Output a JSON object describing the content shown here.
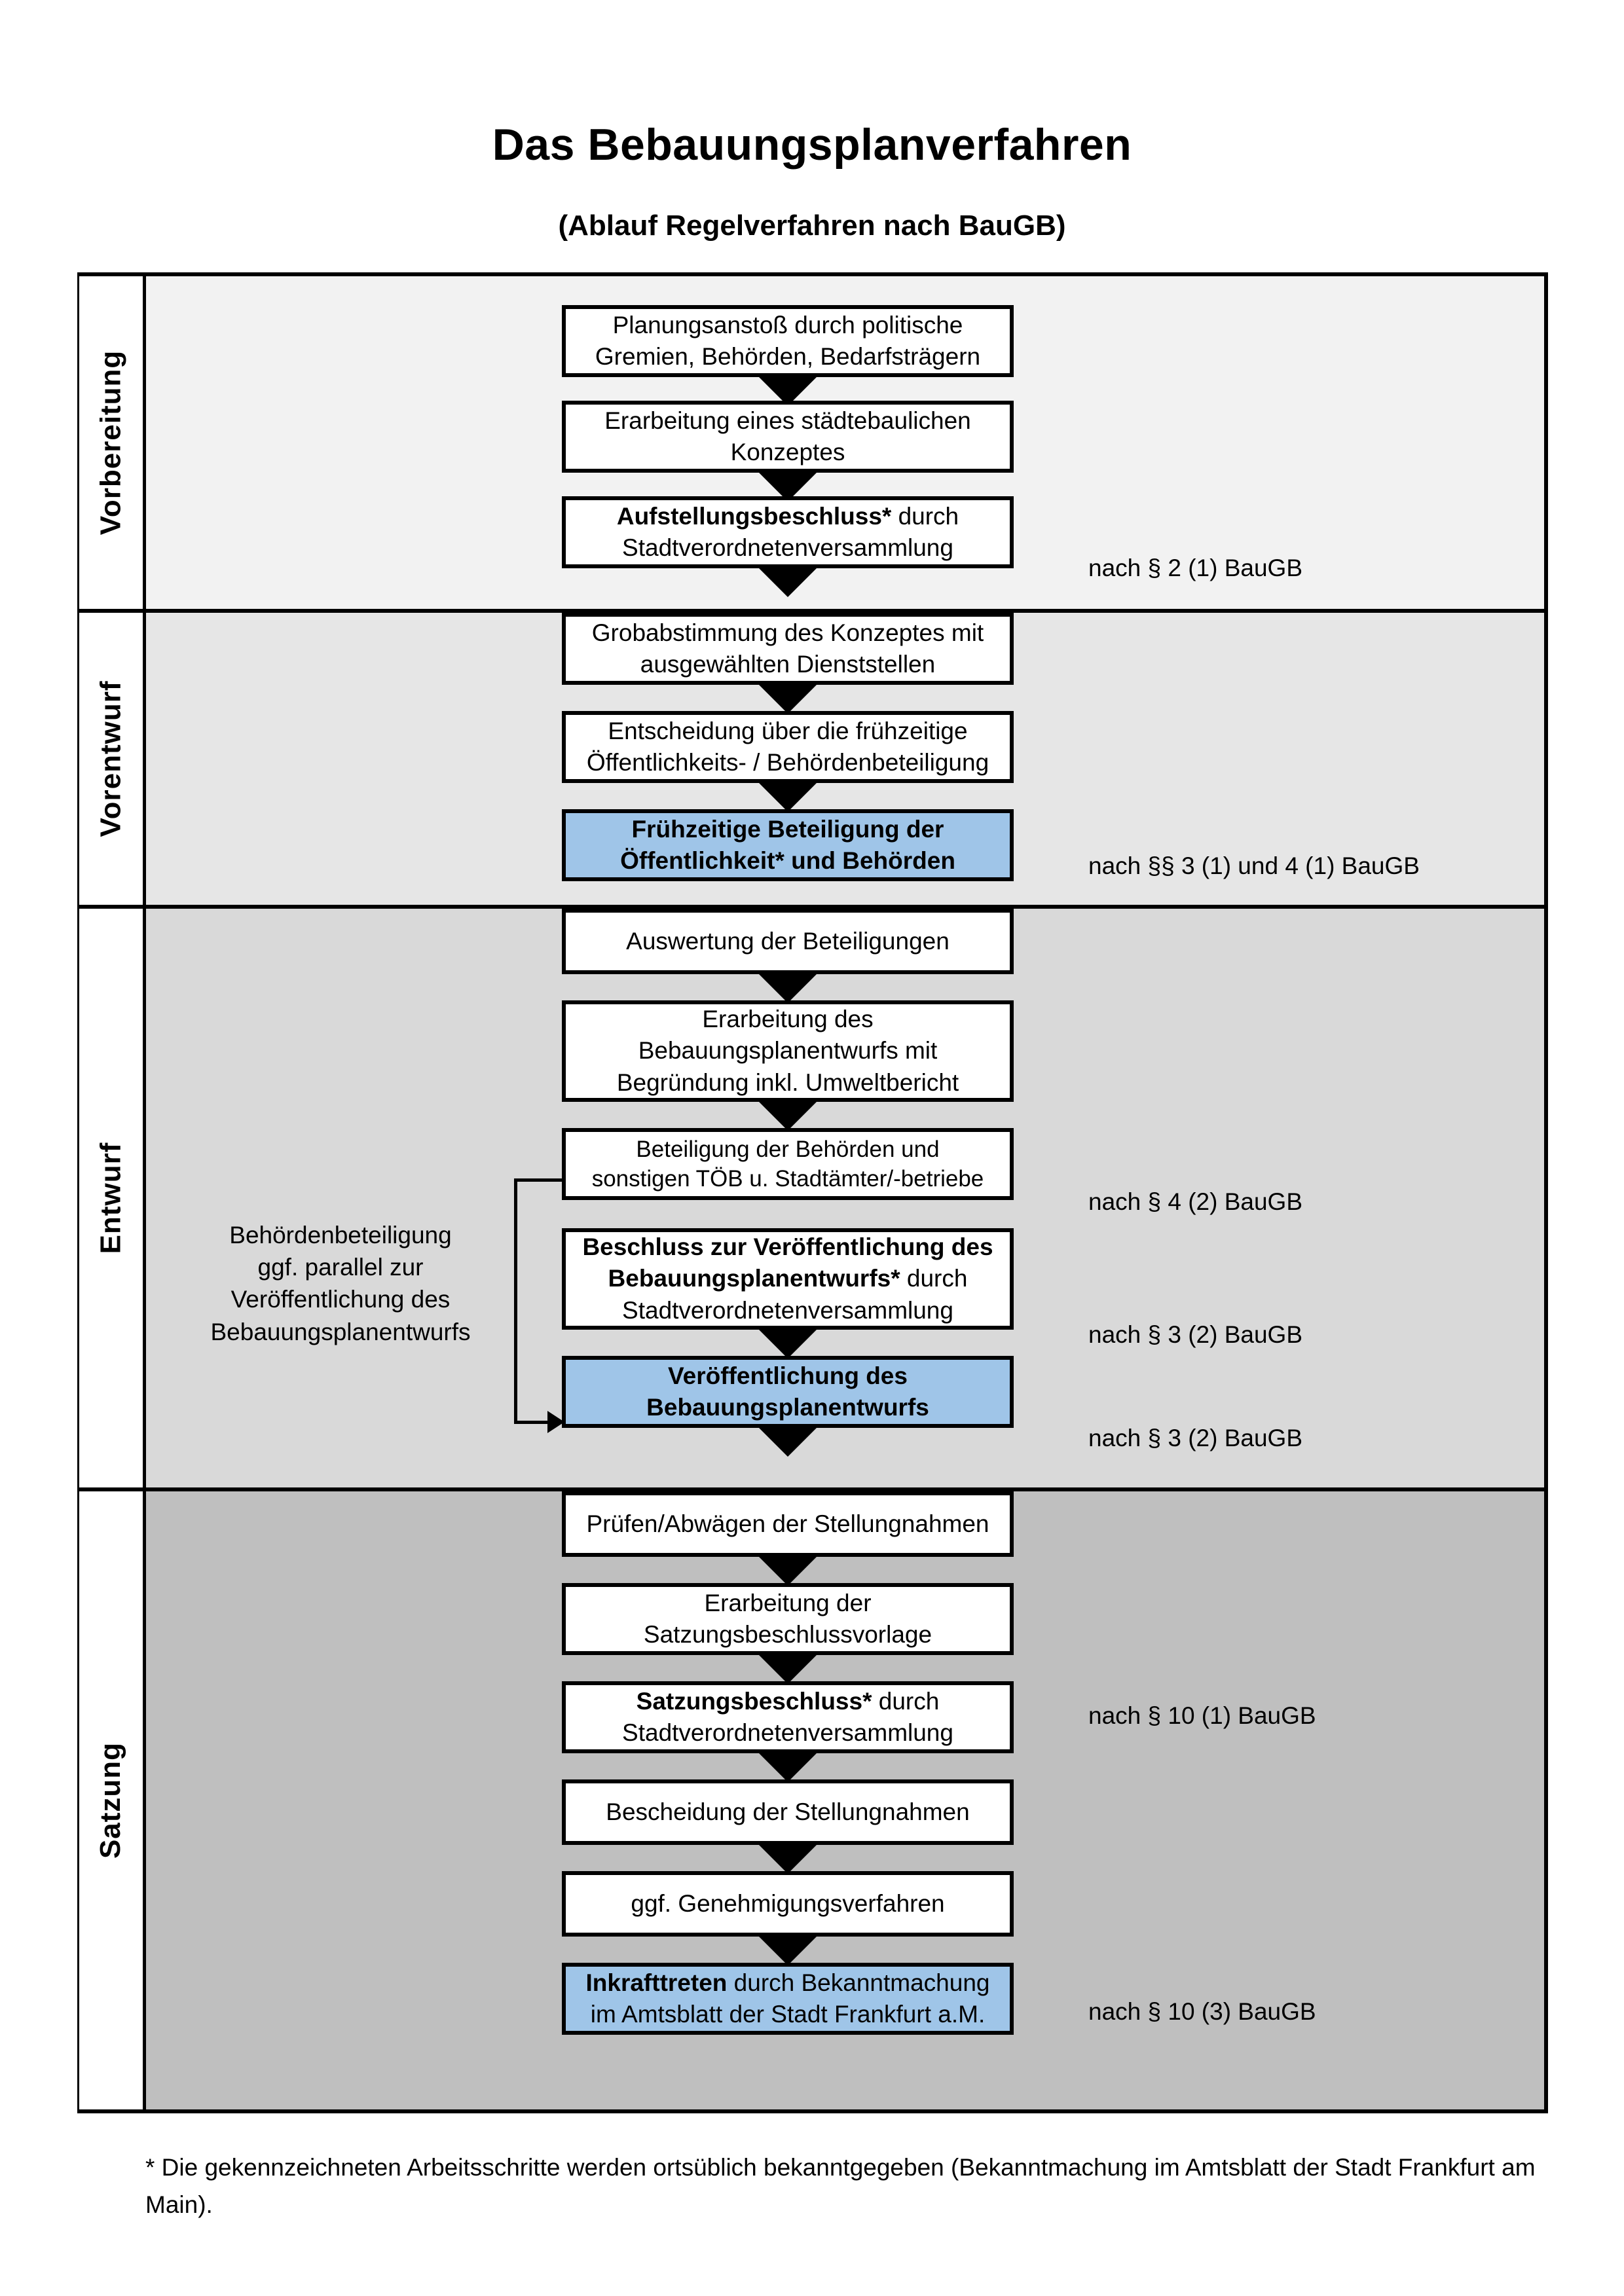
{
  "document": {
    "title": "Das Bebauungsplanverfahren",
    "subtitle": "(Ablauf Regelverfahren nach BauGB)",
    "footnote": "* Die gekennzeichneten Arbeitsschritte werden ortsüblich bekanntgegeben (Bekanntmachung im Amtsblatt  der Stadt Frankfurt am Main)."
  },
  "colors": {
    "highlight": "#9FC5E8",
    "band_vorbereitung": "#F2F2F2",
    "band_vorentwurf": "#E6E6E6",
    "band_entwurf": "#D9D9D9",
    "band_satzung": "#BFBFBF",
    "border": "#000000"
  },
  "phases": [
    {
      "id": "vorbereitung",
      "label": "Vorbereitung"
    },
    {
      "id": "vorentwurf",
      "label": "Vorentwurf"
    },
    {
      "id": "entwurf",
      "label": "Entwurf"
    },
    {
      "id": "satzung",
      "label": "Satzung"
    }
  ],
  "steps": [
    {
      "id": "planungsanstoss",
      "phase": "vorbereitung",
      "highlight": false,
      "lines": [
        {
          "text": "Planungsanstoß durch politische",
          "bold": false
        },
        {
          "text": "Gremien, Behörden, Bedarfsträgern",
          "bold": false
        }
      ]
    },
    {
      "id": "staedtebauliches-konzept",
      "phase": "vorbereitung",
      "highlight": false,
      "lines": [
        {
          "text": "Erarbeitung eines städtebaulichen",
          "bold": false
        },
        {
          "text": "Konzeptes",
          "bold": false
        }
      ]
    },
    {
      "id": "aufstellungsbeschluss",
      "phase": "vorbereitung",
      "highlight": false,
      "lines": [
        {
          "text": "Aufstellungsbeschluss*",
          "bold": true,
          "suffix": " durch"
        },
        {
          "text": "Stadtverordnetenversammlung",
          "bold": false
        }
      ]
    },
    {
      "id": "grobabstimmung",
      "phase": "vorentwurf",
      "highlight": false,
      "lines": [
        {
          "text": "Grobabstimmung des Konzeptes mit",
          "bold": false
        },
        {
          "text": "ausgewählten Dienststellen",
          "bold": false
        }
      ]
    },
    {
      "id": "entscheidung-fruehzeitig",
      "phase": "vorentwurf",
      "highlight": false,
      "lines": [
        {
          "text": "Entscheidung über die frühzeitige",
          "bold": false
        },
        {
          "text": "Öffentlichkeits- / Behördenbeteiligung",
          "bold": false
        }
      ]
    },
    {
      "id": "fruehzeitige-beteiligung",
      "phase": "vorentwurf",
      "highlight": true,
      "lines": [
        {
          "text": "Frühzeitige Beteiligung der",
          "bold": true
        },
        {
          "text": "Öffentlichkeit* und Behörden",
          "bold": true
        }
      ]
    },
    {
      "id": "auswertung",
      "phase": "entwurf",
      "highlight": false,
      "lines": [
        {
          "text": "Auswertung der Beteiligungen",
          "bold": false
        }
      ]
    },
    {
      "id": "erarbeitung-entwurf",
      "phase": "entwurf",
      "highlight": false,
      "lines": [
        {
          "text": "Erarbeitung des",
          "bold": false
        },
        {
          "text": "Bebauungsplanentwurfs mit",
          "bold": false
        },
        {
          "text": "Begründung inkl. Umweltbericht",
          "bold": false
        }
      ]
    },
    {
      "id": "beteiligung-behoerden",
      "phase": "entwurf",
      "highlight": false,
      "lines": [
        {
          "text": "Beteiligung der Behörden und",
          "bold": false
        },
        {
          "text": "sonstigen TÖB u. Stadtämter/-betriebe",
          "bold": false
        }
      ]
    },
    {
      "id": "beschluss-veroeffentlichung",
      "phase": "entwurf",
      "highlight": false,
      "lines": [
        {
          "text": "Beschluss zur Veröffentlichung des",
          "bold": true
        },
        {
          "text": "Bebauungsplanentwurfs*",
          "bold": true,
          "suffix": " durch"
        },
        {
          "text": "Stadtverordnetenversammlung",
          "bold": false
        }
      ]
    },
    {
      "id": "veroeffentlichung",
      "phase": "entwurf",
      "highlight": true,
      "lines": [
        {
          "text": "Veröffentlichung des",
          "bold": true
        },
        {
          "text": "Bebauungsplanentwurfs",
          "bold": true
        }
      ]
    },
    {
      "id": "pruefen-abwaegen",
      "phase": "satzung",
      "highlight": false,
      "lines": [
        {
          "text": "Prüfen/Abwägen der Stellungnahmen",
          "bold": false
        }
      ]
    },
    {
      "id": "satzungsbeschlussvorlage",
      "phase": "satzung",
      "highlight": false,
      "lines": [
        {
          "text": "Erarbeitung der",
          "bold": false
        },
        {
          "text": "Satzungsbeschlussvorlage",
          "bold": false
        }
      ]
    },
    {
      "id": "satzungsbeschluss",
      "phase": "satzung",
      "highlight": false,
      "lines": [
        {
          "text": "Satzungsbeschluss*",
          "bold": true,
          "suffix": " durch"
        },
        {
          "text": "Stadtverordnetenversammlung",
          "bold": false
        }
      ]
    },
    {
      "id": "bescheidung",
      "phase": "satzung",
      "highlight": false,
      "lines": [
        {
          "text": "Bescheidung der Stellungnahmen",
          "bold": false
        }
      ]
    },
    {
      "id": "genehmigungsverfahren",
      "phase": "satzung",
      "highlight": false,
      "lines": [
        {
          "text": "ggf. Genehmigungsverfahren",
          "bold": false
        }
      ]
    },
    {
      "id": "inkrafttreten",
      "phase": "satzung",
      "highlight": true,
      "lines": [
        {
          "text": "Inkrafttreten",
          "bold": true,
          "suffix": " durch Bekanntmachung"
        },
        {
          "text": "im Amtsblatt der Stadt Frankfurt a.M.",
          "bold": false
        }
      ]
    }
  ],
  "legal_notes": [
    {
      "id": "note-1",
      "text": "nach § 2 (1) BauGB"
    },
    {
      "id": "note-2",
      "text": "nach §§ 3 (1) und 4 (1) BauGB"
    },
    {
      "id": "note-3",
      "text": "nach § 4 (2) BauGB"
    },
    {
      "id": "note-4",
      "text": "nach § 3 (2) BauGB"
    },
    {
      "id": "note-5",
      "text": "nach § 3 (2) BauGB"
    },
    {
      "id": "note-6",
      "text": "nach § 10 (1) BauGB"
    },
    {
      "id": "note-7",
      "text": "nach § 10 (3) BauGB"
    }
  ],
  "side_note": {
    "lines": [
      "Behördenbeteiligung",
      "ggf. parallel zur",
      "Veröffentlichung des",
      "Bebauungsplanentwurfs"
    ]
  }
}
